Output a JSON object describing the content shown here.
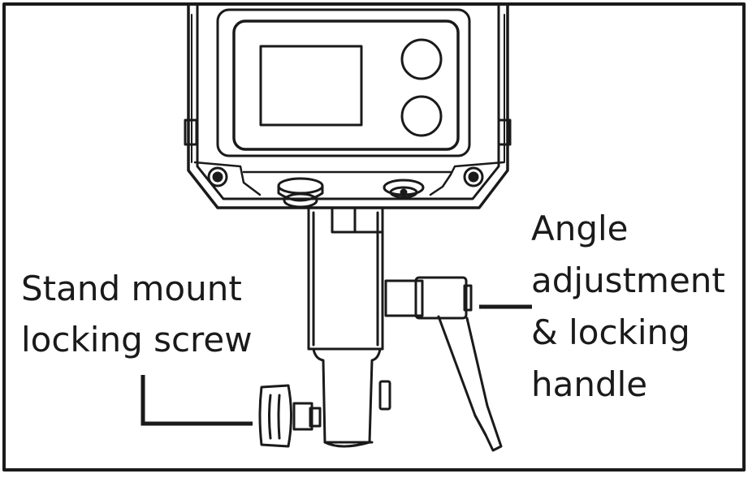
{
  "labels": {
    "stand_mount": [
      "Stand mount",
      "locking screw"
    ],
    "angle_handle": [
      "Angle",
      "adjustment",
      "& locking",
      "handle"
    ]
  },
  "colors": {
    "line": "#1a1a1a",
    "background": "#ffffff"
  }
}
